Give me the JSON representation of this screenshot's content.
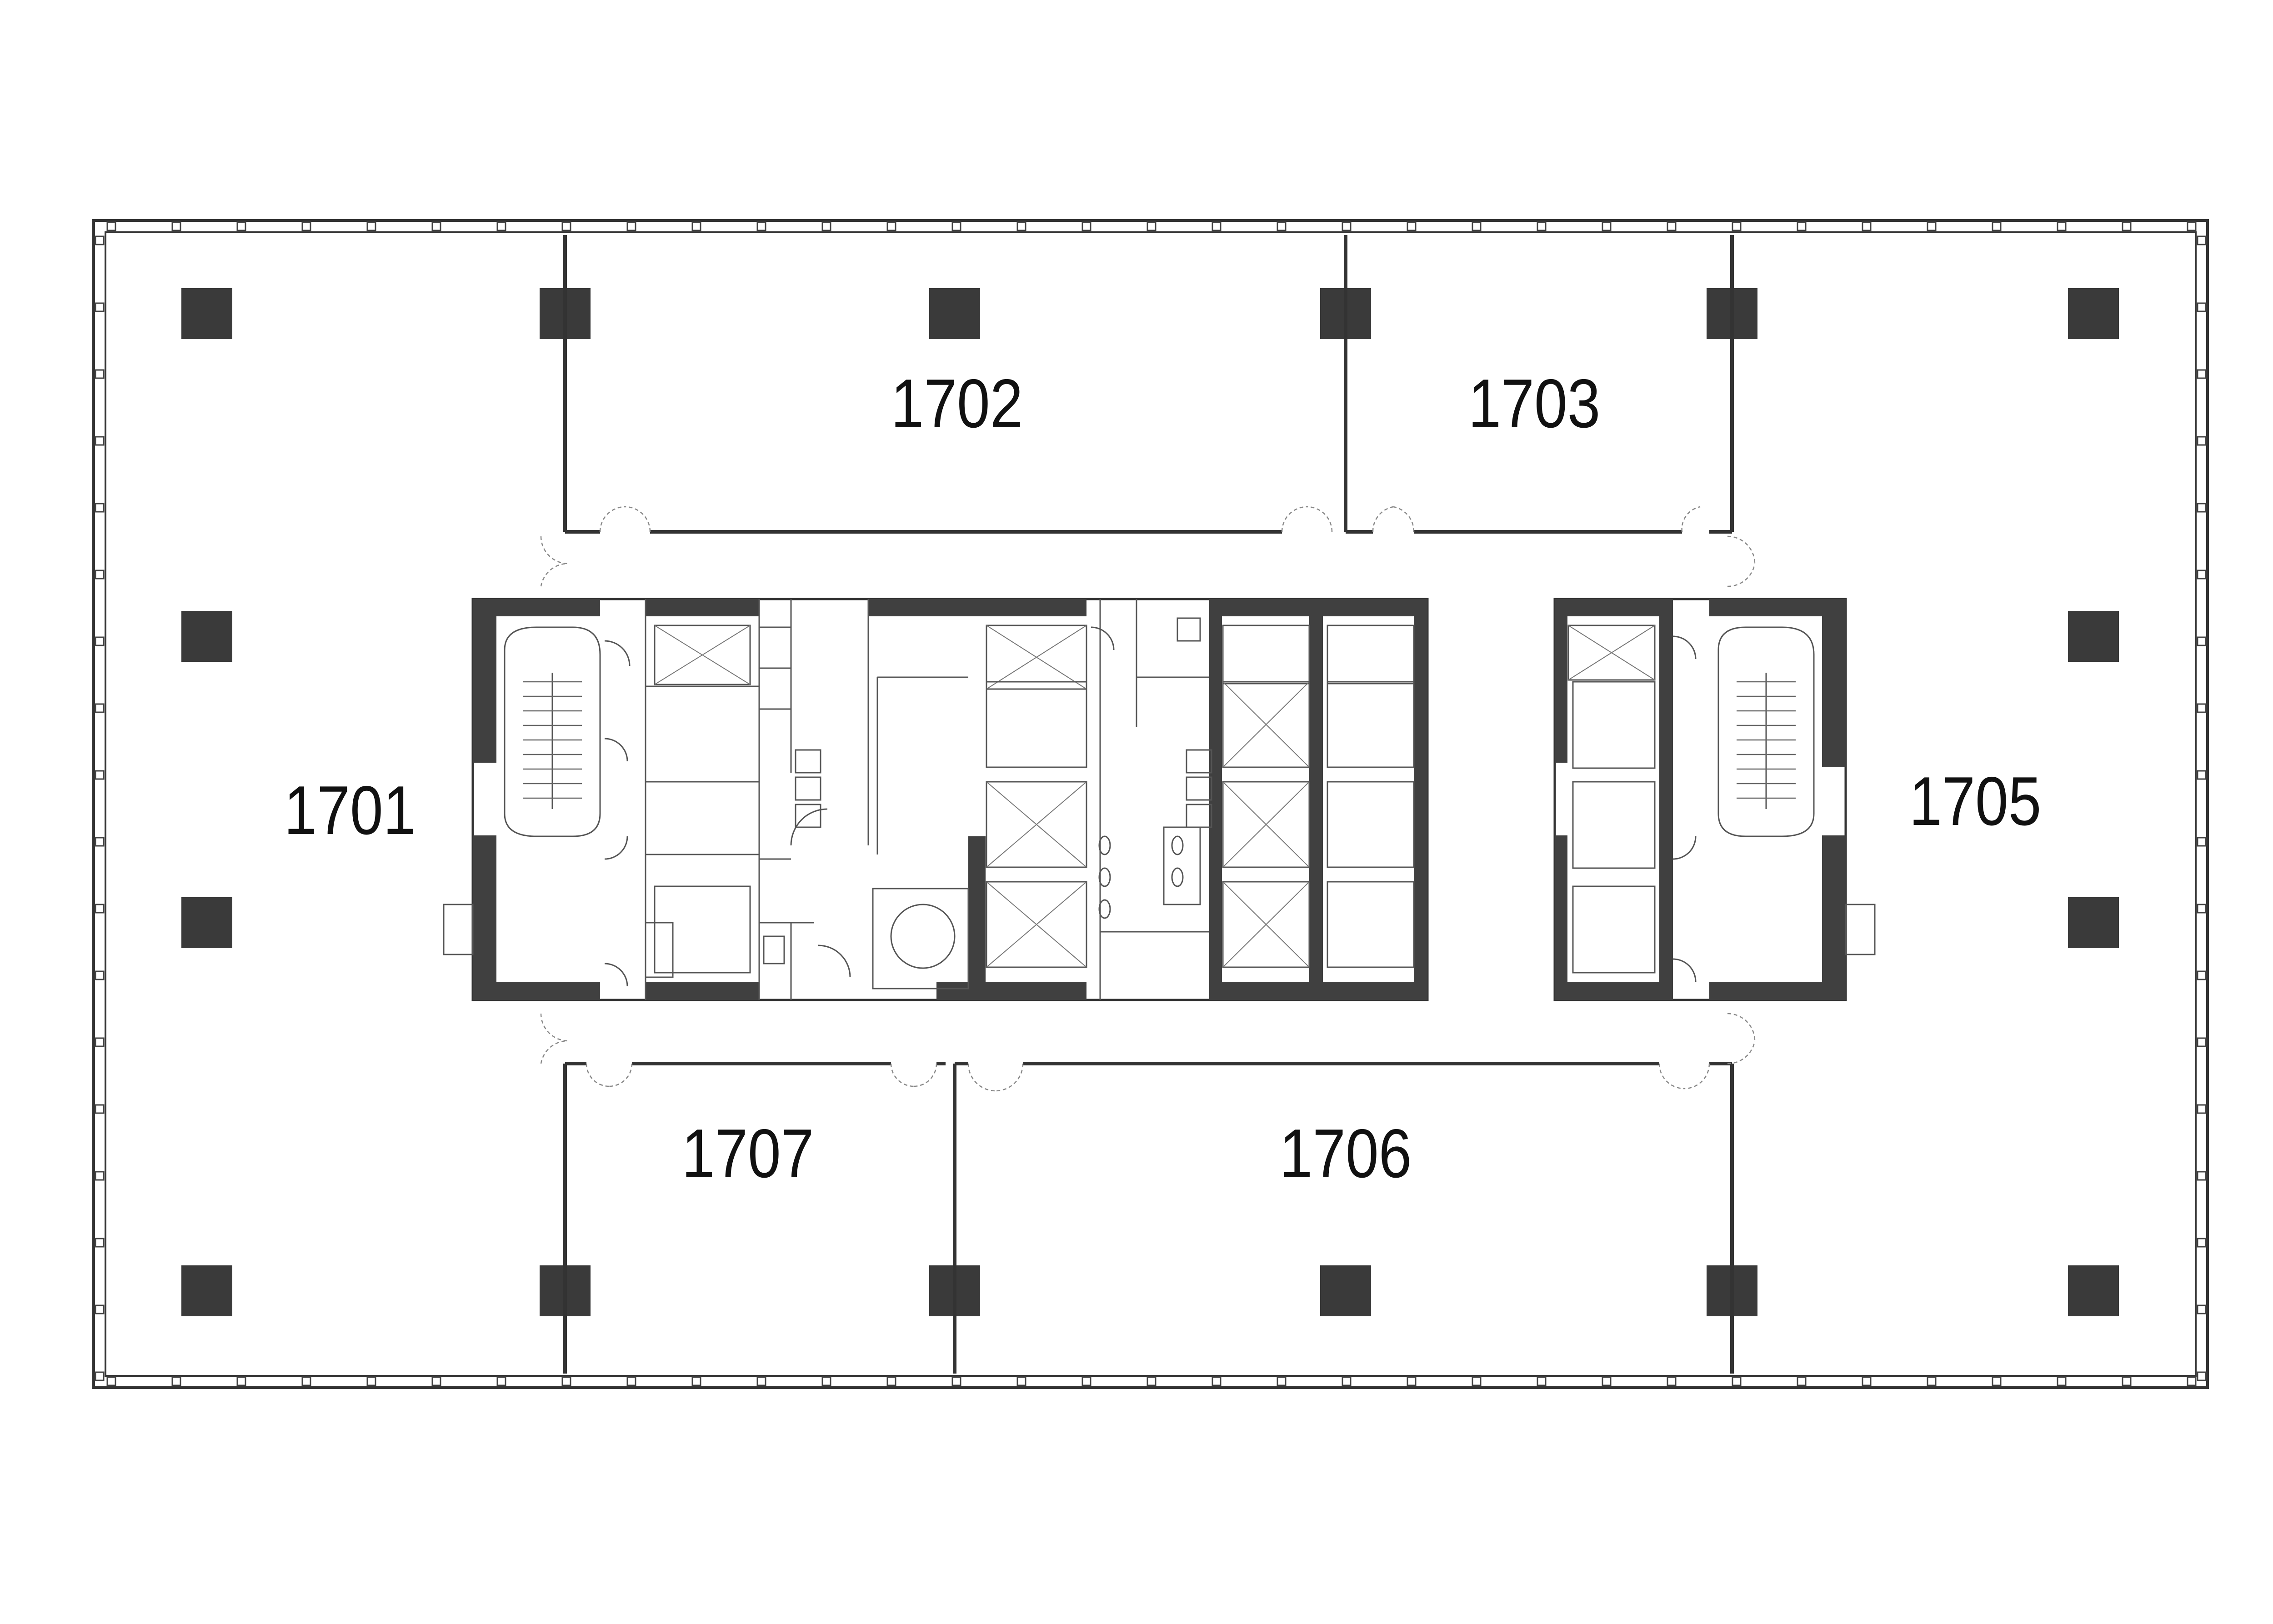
{
  "plan": {
    "colors": {
      "wall": "#333333",
      "column": "#3a3a3a",
      "core_solid": "#404040",
      "line": "#555555"
    },
    "units": [
      {
        "id": "1701",
        "label": "1701"
      },
      {
        "id": "1702",
        "label": "1702"
      },
      {
        "id": "1703",
        "label": "1703"
      },
      {
        "id": "1705",
        "label": "1705"
      },
      {
        "id": "1706",
        "label": "1706"
      },
      {
        "id": "1707",
        "label": "1707"
      }
    ]
  }
}
